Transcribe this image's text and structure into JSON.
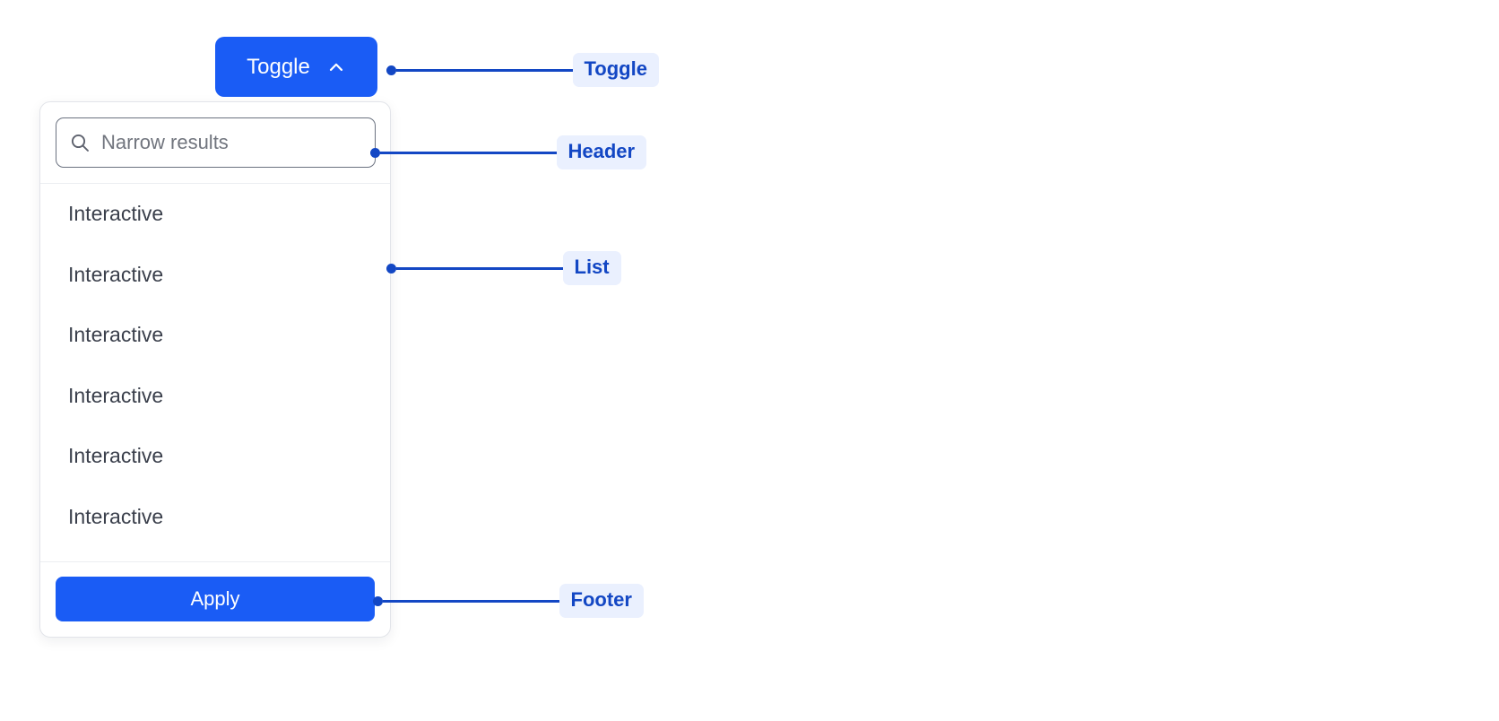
{
  "toggle": {
    "label": "Toggle",
    "icon": "chevron-up-icon",
    "expanded": true,
    "background_color": "#1a5cf5",
    "text_color": "#ffffff"
  },
  "panel": {
    "header": {
      "search": {
        "icon": "search-icon",
        "placeholder": "Narrow results",
        "value": ""
      }
    },
    "list": {
      "items": [
        {
          "label": "Interactive"
        },
        {
          "label": "Interactive"
        },
        {
          "label": "Interactive"
        },
        {
          "label": "Interactive"
        },
        {
          "label": "Interactive"
        },
        {
          "label": "Interactive"
        }
      ]
    },
    "footer": {
      "apply_label": "Apply",
      "apply_background_color": "#1a5cf5",
      "apply_text_color": "#ffffff"
    },
    "border_color": "#e2e4e9",
    "background_color": "#ffffff"
  },
  "annotations": {
    "accent_color": "#1347c4",
    "badge_background_color": "#eaf0fe",
    "items": [
      {
        "label": "Toggle",
        "target": "toggle-button"
      },
      {
        "label": "Header",
        "target": "panel-header"
      },
      {
        "label": "List",
        "target": "panel-list"
      },
      {
        "label": "Footer",
        "target": "panel-footer"
      }
    ]
  }
}
